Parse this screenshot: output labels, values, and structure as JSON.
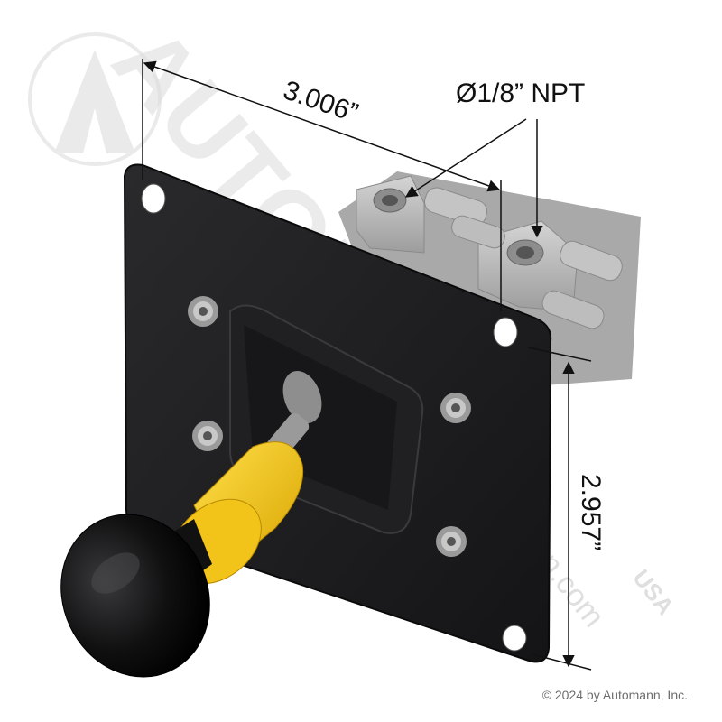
{
  "dimensions": {
    "width_label": "3.006”",
    "height_label": "2.957”",
    "port_label": "Ø1/8” NPT"
  },
  "watermark": {
    "brand": "AUTOMANN",
    "url": "automann.com",
    "region": "USA"
  },
  "copyright": "© 2024 by Automann, Inc.",
  "colors": {
    "plate": "#1c1c1e",
    "knob": "#0b0b0c",
    "stem": "#f2c318",
    "valve_body": "#b9b9b9",
    "watermark": "#dedede"
  }
}
